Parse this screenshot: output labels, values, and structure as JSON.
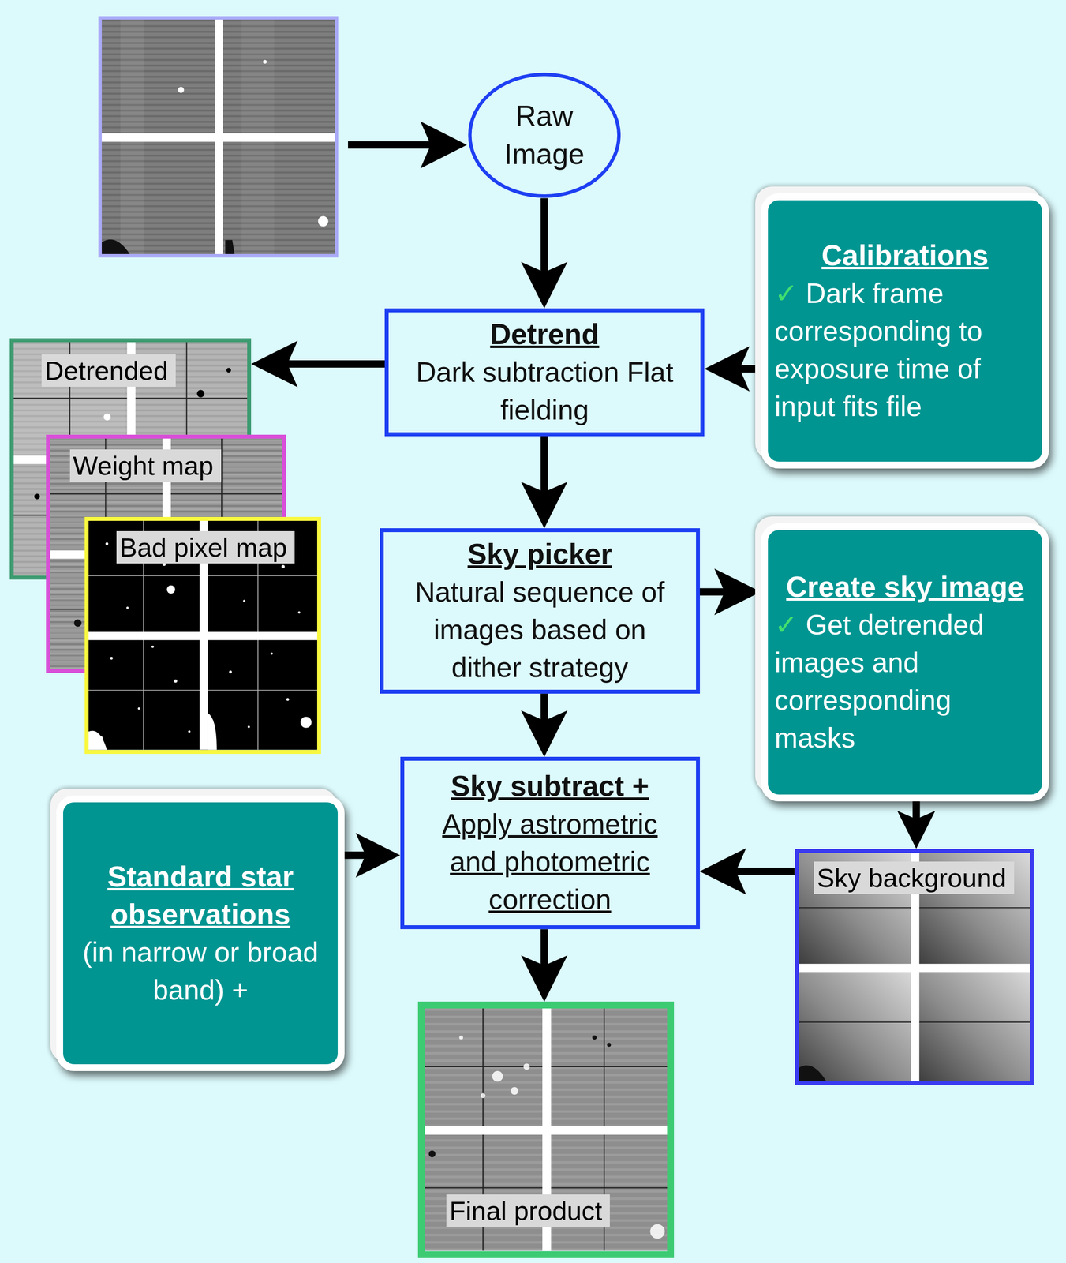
{
  "diagram": {
    "nodes": [
      {
        "text": [
          "Raw Image"
        ]
      },
      {
        "text": [
          "Calibrations",
          "✓ Dark frame corresponding to exposure time of input fits file"
        ]
      },
      {
        "text": [
          "Detrend",
          "Dark subtraction Flat fielding"
        ]
      },
      {
        "text": [
          "Detrended"
        ]
      },
      {
        "text": [
          "Weight map"
        ]
      },
      {
        "text": [
          "Bad pixel map"
        ]
      },
      {
        "text": [
          "Sky picker",
          "Natural sequence of images based on dither strategy"
        ]
      },
      {
        "text": [
          "Create sky image",
          "✓ Get detrended images and corresponding masks"
        ]
      },
      {
        "text": [
          "Standard star observations",
          "(in narrow or broad band) +"
        ]
      },
      {
        "text": [
          "Sky subtract +",
          "Apply astrometric and photometric correction"
        ]
      },
      {
        "text": [
          "Sky background"
        ]
      },
      {
        "text": [
          "Final product"
        ]
      }
    ],
    "edges": [
      {
        "from": 0,
        "to": 2,
        "arrow": "to"
      },
      {
        "from": 1,
        "to": 2,
        "arrow": "to"
      },
      {
        "from": 2,
        "to": 3,
        "arrow": "to"
      },
      {
        "from": 2,
        "to": 6,
        "arrow": "to"
      },
      {
        "from": 6,
        "to": 7,
        "arrow": "to"
      },
      {
        "from": 6,
        "to": 9,
        "arrow": "to"
      },
      {
        "from": 7,
        "to": 10,
        "arrow": "to"
      },
      {
        "from": 10,
        "to": 9,
        "arrow": "to"
      },
      {
        "from": 8,
        "to": 9,
        "arrow": "to"
      },
      {
        "from": 9,
        "to": 11,
        "arrow": "to"
      }
    ]
  }
}
